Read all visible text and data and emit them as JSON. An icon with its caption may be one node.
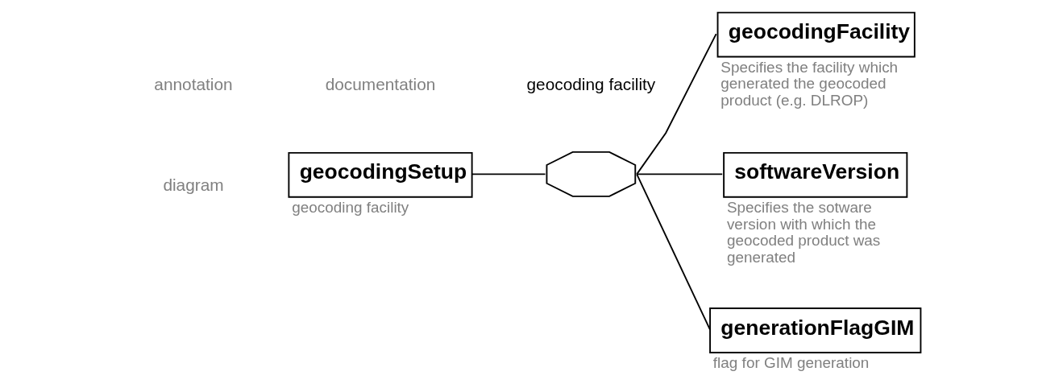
{
  "diagram": {
    "nodes": [
      {
        "text": [
          "geocodingSetup"
        ],
        "beside": [
          "geocoding facility"
        ]
      },
      {
        "text": [],
        "shape": "octagon"
      },
      {
        "text": [
          "geocodingFacility"
        ],
        "beside": [
          "Specifies the facility which generated the geocoded product (e.g. DLROP)"
        ]
      },
      {
        "text": [
          "softwareVersion"
        ],
        "beside": [
          "Specifies the sotware version with which the geocoded product was generated"
        ]
      },
      {
        "text": [
          "generationFlagGIM"
        ],
        "beside": [
          "flag for GIM generation"
        ]
      }
    ],
    "edges": [
      {
        "from": 0,
        "to": 1,
        "arrow": "none"
      },
      {
        "from": 1,
        "to": 2,
        "arrow": "none"
      },
      {
        "from": 1,
        "to": 3,
        "arrow": "none"
      },
      {
        "from": 1,
        "to": 4,
        "arrow": "none"
      }
    ],
    "labels": [
      "diagram",
      "annotation",
      "documentation",
      "geocoding facility"
    ]
  }
}
